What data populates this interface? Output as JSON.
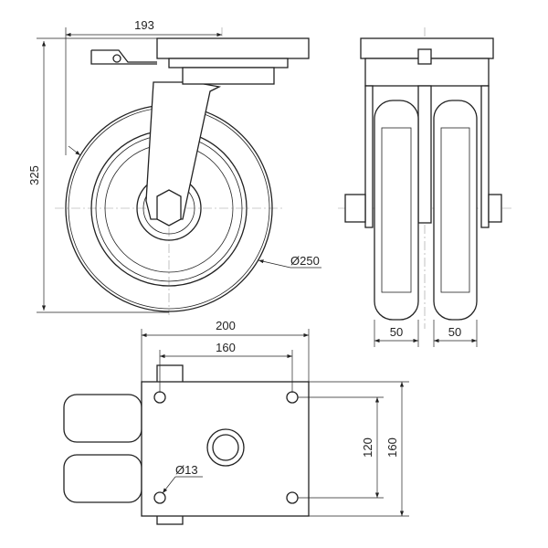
{
  "title": "Twin swivel caster technical drawing",
  "dimensions": {
    "swivel_offset": "193",
    "overall_height": "325",
    "wheel_diameter": "Ø250",
    "wheel_width_left": "50",
    "wheel_width_right": "50",
    "plate_width": "200",
    "hole_spacing_x": "160",
    "hole_spacing_y": "120",
    "plate_length": "160",
    "hole_diameter": "Ø13"
  },
  "views": [
    "side-view",
    "front-view",
    "top-view"
  ]
}
